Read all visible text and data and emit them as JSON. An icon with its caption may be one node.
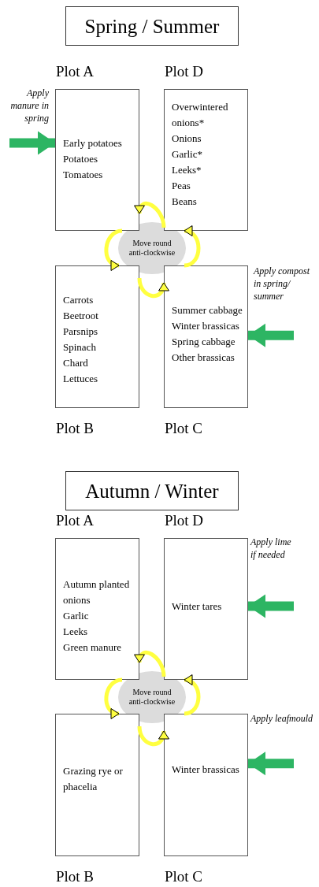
{
  "diagram": {
    "nodes": [
      {
        "text": [
          "Spring / Summer"
        ]
      },
      {
        "text": [
          "Plot A",
          "Early potatoes",
          "Potatoes",
          "Tomatoes"
        ]
      },
      {
        "text": [
          "Plot D",
          "Overwintered onions*",
          "Onions",
          "Garlic*",
          "Leeks*",
          "Peas",
          "Beans"
        ]
      },
      {
        "text": [
          "Move round anti-clockwise"
        ]
      },
      {
        "text": [
          "Carrots",
          "Beetroot",
          "Parsnips",
          "Spinach",
          "Chard",
          "Lettuces",
          "Plot B"
        ]
      },
      {
        "text": [
          "Summer cabbage",
          "Winter brassicas",
          "Spring cabbage",
          "Other brassicas",
          "Plot C"
        ]
      },
      {
        "text": [
          "Autumn / Winter"
        ]
      },
      {
        "text": [
          "Plot A",
          "Autumn planted onions",
          "Garlic",
          "Leeks",
          "Green manure"
        ]
      },
      {
        "text": [
          "Plot D",
          "Winter tares"
        ]
      },
      {
        "text": [
          "Move round anti-clockwise"
        ]
      },
      {
        "text": [
          "Grazing rye or phacelia",
          "Plot B"
        ]
      },
      {
        "text": [
          "Winter brassicas",
          "Plot C"
        ]
      }
    ],
    "edges": [
      {
        "from": null,
        "to": 1,
        "arrow": "to",
        "style": "thick",
        "color": "#2db563"
      },
      {
        "from": 2,
        "to": 1,
        "arrow": "to"
      },
      {
        "from": 1,
        "to": 4,
        "arrow": "to"
      },
      {
        "from": 4,
        "to": 5,
        "arrow": "to"
      },
      {
        "from": 5,
        "to": 2,
        "arrow": "to"
      },
      {
        "from": null,
        "to": 5,
        "arrow": "to",
        "style": "thick",
        "color": "#2db563"
      },
      {
        "from": null,
        "to": 8,
        "arrow": "to",
        "style": "thick",
        "color": "#2db563"
      },
      {
        "from": 8,
        "to": 7,
        "arrow": "to"
      },
      {
        "from": 7,
        "to": 10,
        "arrow": "to"
      },
      {
        "from": 10,
        "to": 11,
        "arrow": "to"
      },
      {
        "from": 11,
        "to": 8,
        "arrow": "to"
      },
      {
        "from": null,
        "to": 11,
        "arrow": "to",
        "style": "thick",
        "color": "#2db563"
      }
    ],
    "labels": [
      "Apply manure in spring",
      "Apply compost in spring/ summer",
      "Apply lime if needed",
      "Apply leafmould"
    ]
  }
}
